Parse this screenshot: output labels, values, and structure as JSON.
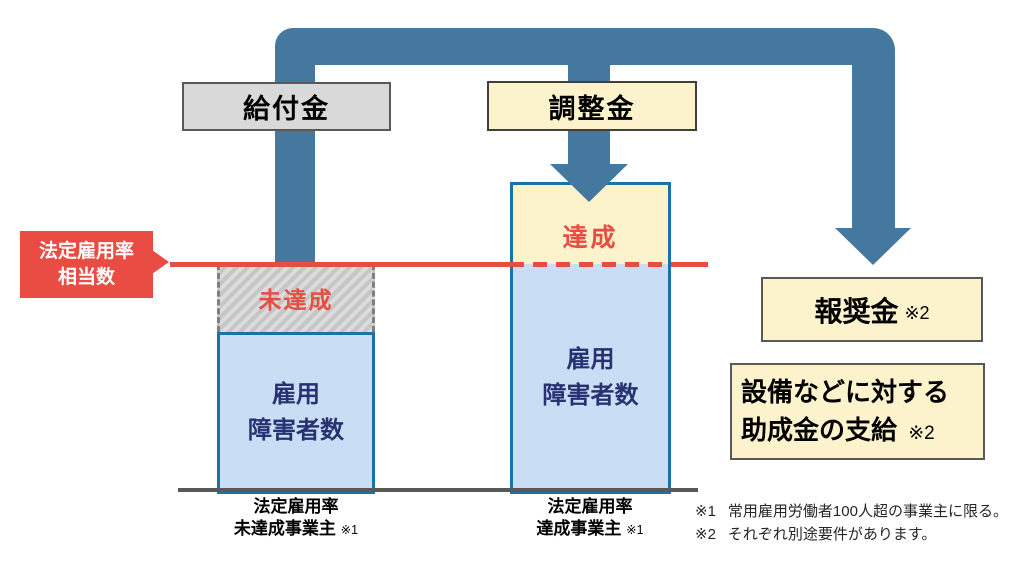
{
  "diagram": {
    "benefit_box": "給付金",
    "adjustment_box": "調整金",
    "statutory_line1": "法定雇用率",
    "statutory_line2": "相当数",
    "unachieved": "未達成",
    "achieved": "達成",
    "employed_line1": "雇用",
    "employed_line2": "障害者数",
    "reward": "報奨金",
    "reward_note": "※2",
    "subsidy_line1": "設備などに対する",
    "subsidy_line2": "助成金の支給",
    "subsidy_note": "※2",
    "left_caption_line1": "法定雇用率",
    "left_caption_line2": "未達成事業主",
    "left_caption_note": "※1",
    "mid_caption_line1": "法定雇用率",
    "mid_caption_line2": "達成事業主",
    "mid_caption_note": "※1",
    "footnotes": [
      {
        "marker": "※1",
        "text": "常用雇用労働者100人超の事業主に限る。"
      },
      {
        "marker": "※2",
        "text": "それぞれ別途要件があります。"
      }
    ]
  },
  "colors": {
    "pipe": "#44789E",
    "red": "#E94C42",
    "yellow_bg": "#FCF2CB",
    "gray_bg": "#D9D9D9",
    "gray_border": "#595959",
    "blue_fill": "#C9DEF5",
    "blue_border": "#1B72A9",
    "navy": "#273272"
  }
}
